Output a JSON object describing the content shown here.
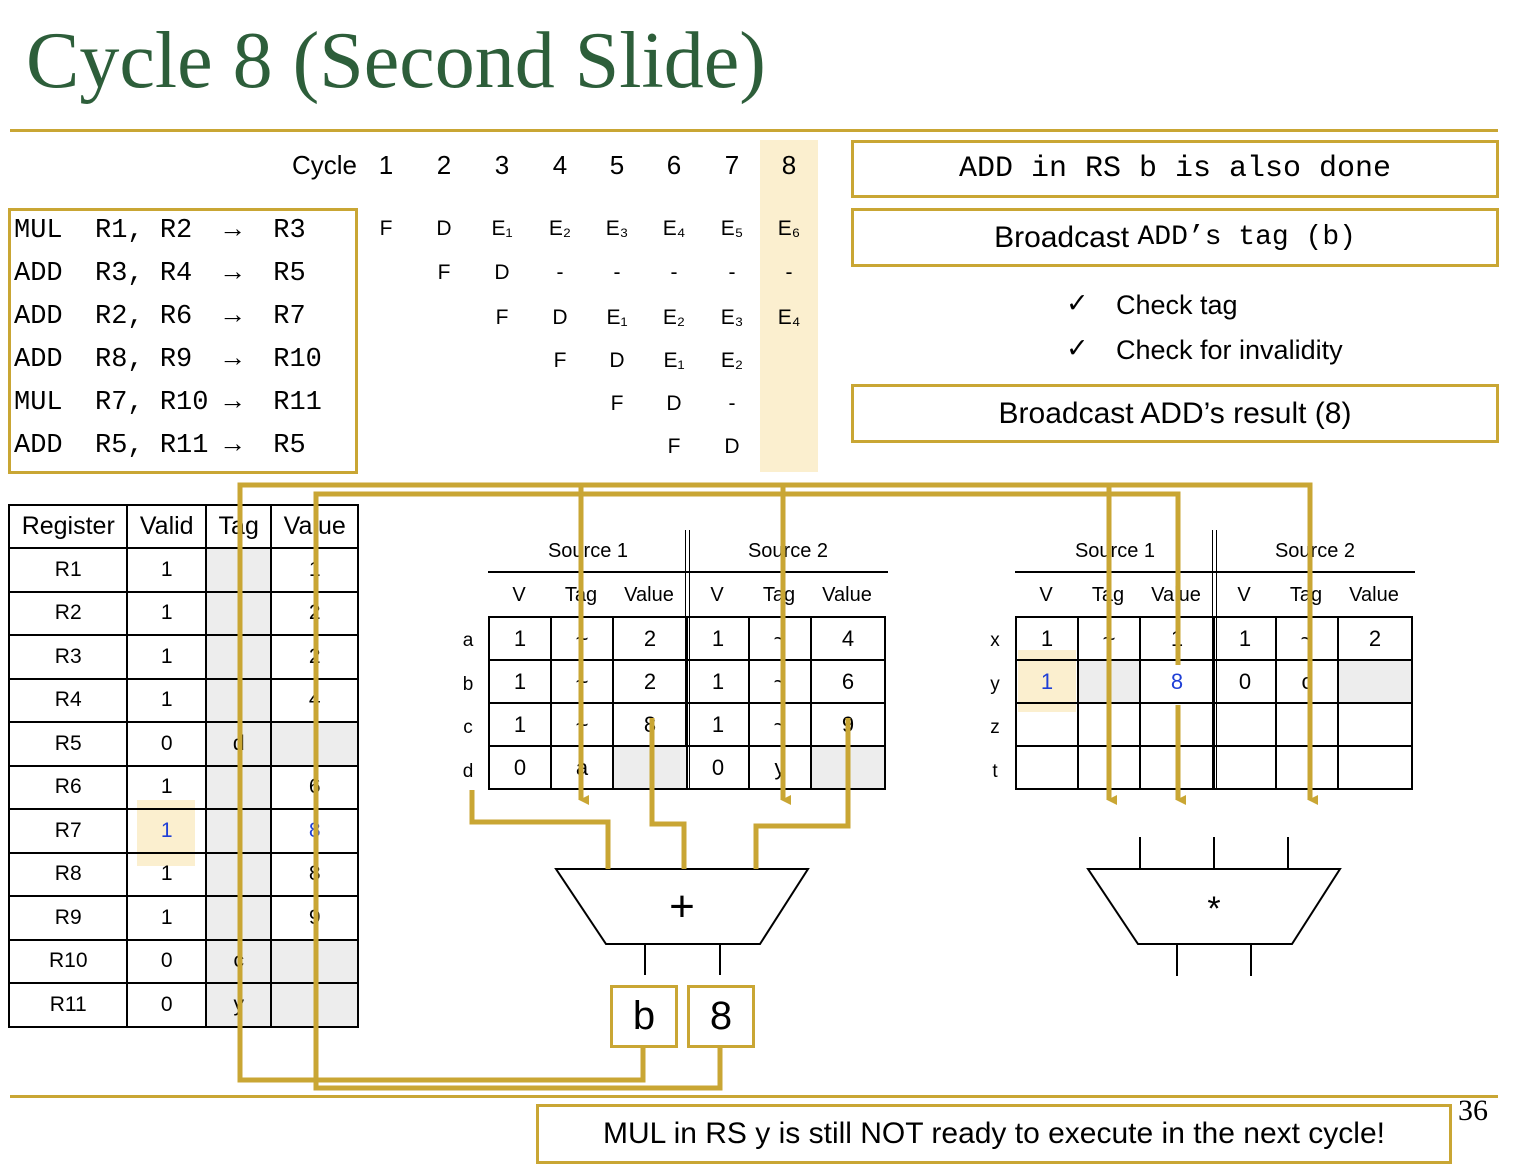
{
  "title": "Cycle 8 (Second Slide)",
  "slide_number": "36",
  "cycle_label": "Cycle",
  "cycles": [
    "1",
    "2",
    "3",
    "4",
    "5",
    "6",
    "7",
    "8"
  ],
  "instructions": [
    {
      "text": "MUL  R1, R2  →  R3",
      "stages": [
        "F",
        "D",
        "E₁",
        "E₂",
        "E₃",
        "E₄",
        "E₅",
        "E₆"
      ],
      "start": 0
    },
    {
      "text": "ADD  R3, R4  →  R5",
      "stages": [
        "F",
        "D",
        "-",
        "-",
        "-",
        "-",
        "-"
      ],
      "start": 1
    },
    {
      "text": "ADD  R2, R6  →  R7",
      "stages": [
        "F",
        "D",
        "E₁",
        "E₂",
        "E₃",
        "E₄"
      ],
      "start": 2
    },
    {
      "text": "ADD  R8, R9  →  R10",
      "stages": [
        "F",
        "D",
        "E₁",
        "E₂"
      ],
      "start": 3
    },
    {
      "text": "MUL  R7, R10 →  R11",
      "stages": [
        "F",
        "D",
        "-"
      ],
      "start": 4
    },
    {
      "text": "ADD  R5, R11 →  R5",
      "stages": [
        "F",
        "D"
      ],
      "start": 5
    }
  ],
  "notes": {
    "add_done": "ADD in RS b is also done",
    "broadcast_tag_prefix": "Broadcast ",
    "broadcast_tag_mono": "ADD’s tag (b)",
    "check_tag": "Check tag",
    "check_invalid": "Check for invalidity",
    "check_mark": "✓",
    "broadcast_result": "Broadcast ADD’s result (8)",
    "bottom": "MUL in RS y is still NOT ready to execute in the next cycle!"
  },
  "register_table": {
    "headers": [
      "Register",
      "Valid",
      "Tag",
      "Value"
    ],
    "rows": [
      {
        "reg": "R1",
        "valid": "1",
        "tag": "",
        "value": "1"
      },
      {
        "reg": "R2",
        "valid": "1",
        "tag": "",
        "value": "2"
      },
      {
        "reg": "R3",
        "valid": "1",
        "tag": "",
        "value": "2"
      },
      {
        "reg": "R4",
        "valid": "1",
        "tag": "",
        "value": "4"
      },
      {
        "reg": "R5",
        "valid": "0",
        "tag": "d",
        "value": ""
      },
      {
        "reg": "R6",
        "valid": "1",
        "tag": "",
        "value": "6"
      },
      {
        "reg": "R7",
        "valid": "1",
        "tag": "",
        "value": "8"
      },
      {
        "reg": "R8",
        "valid": "1",
        "tag": "",
        "value": "8"
      },
      {
        "reg": "R9",
        "valid": "1",
        "tag": "",
        "value": "9"
      },
      {
        "reg": "R10",
        "valid": "0",
        "tag": "c",
        "value": ""
      },
      {
        "reg": "R11",
        "valid": "0",
        "tag": "y",
        "value": ""
      }
    ]
  },
  "rs_add": {
    "source1": "Source 1",
    "source2": "Source 2",
    "cols": [
      "V",
      "Tag",
      "Value",
      "V",
      "Tag",
      "Value"
    ],
    "rows": [
      {
        "label": "a",
        "cells": [
          "1",
          "~",
          "2",
          "1",
          "~",
          "4"
        ]
      },
      {
        "label": "b",
        "cells": [
          "1",
          "~",
          "2",
          "1",
          "~",
          "6"
        ]
      },
      {
        "label": "c",
        "cells": [
          "1",
          "~",
          "8",
          "1",
          "~",
          "9"
        ]
      },
      {
        "label": "d",
        "cells": [
          "0",
          "a",
          "",
          "0",
          "y",
          ""
        ]
      }
    ]
  },
  "rs_mul": {
    "source1": "Source 1",
    "source2": "Source 2",
    "cols": [
      "V",
      "Tag",
      "Value",
      "V",
      "Tag",
      "Value"
    ],
    "rows": [
      {
        "label": "x",
        "cells": [
          "1",
          "~",
          "1",
          "1",
          "~",
          "2"
        ]
      },
      {
        "label": "y",
        "cells": [
          "1",
          "",
          "8",
          "0",
          "c",
          ""
        ]
      },
      {
        "label": "z",
        "cells": [
          "",
          "",
          "",
          "",
          "",
          ""
        ]
      },
      {
        "label": "t",
        "cells": [
          "",
          "",
          "",
          "",
          "",
          ""
        ]
      }
    ]
  },
  "alu_add_symbol": "+",
  "alu_mul_symbol": "*",
  "out_tag": "b",
  "out_value": "8",
  "colors": {
    "accent": "#c9a634",
    "title": "#2d5e3a",
    "highlight": "#fbefcf",
    "updated": "#1f3fd6",
    "empty_cell": "#ededed"
  }
}
